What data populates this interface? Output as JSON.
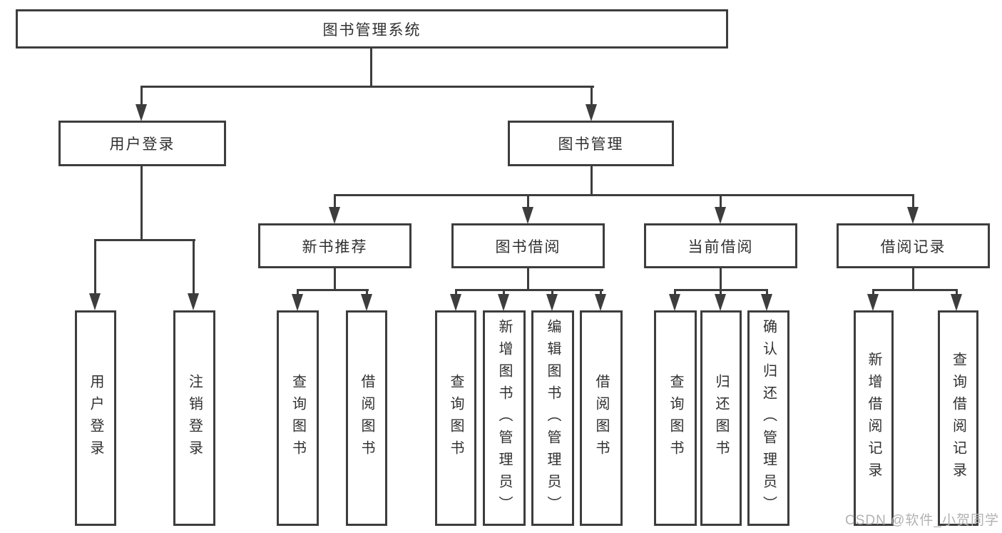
{
  "diagram": {
    "root_label": "图书管理系统",
    "level2": [
      {
        "label": "用户登录",
        "children": [
          {
            "label": "用户登录"
          },
          {
            "label": "注销登录"
          }
        ]
      },
      {
        "label": "图书管理",
        "children": [
          {
            "label": "新书推荐",
            "children": [
              {
                "label": "查询图书"
              },
              {
                "label": "借阅图书"
              }
            ]
          },
          {
            "label": "图书借阅",
            "children": [
              {
                "label": "查询图书"
              },
              {
                "label": "新增图书（管理员）"
              },
              {
                "label": "编辑图书（管理员）"
              },
              {
                "label": "借阅图书"
              }
            ]
          },
          {
            "label": "当前借阅",
            "children": [
              {
                "label": "查询图书"
              },
              {
                "label": "归还图书"
              },
              {
                "label": "确认归还（管理员）"
              }
            ]
          },
          {
            "label": "借阅记录",
            "children": [
              {
                "label": "新增借阅记录"
              },
              {
                "label": "查询借阅记录"
              }
            ]
          }
        ]
      }
    ]
  },
  "watermark": {
    "text": "CSDN @软件_小贺同学"
  },
  "colors": {
    "line": "#3d3d3d",
    "text": "#303030",
    "box_fill": "#ffffff",
    "watermark_gray": "#b2b2b2"
  }
}
